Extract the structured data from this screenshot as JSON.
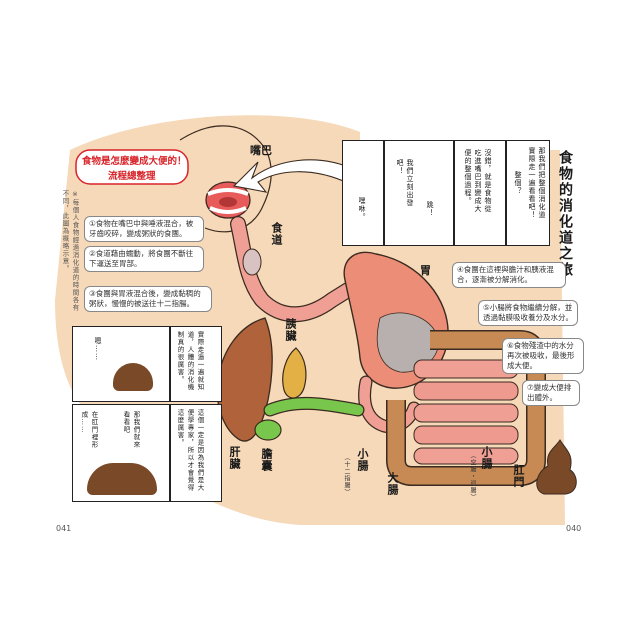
{
  "colors": {
    "background": "#f6d9b8",
    "organ_pink": "#ef9f94",
    "stomach": "#ec8d78",
    "liver": "#b0633a",
    "bile_green": "#79c64d",
    "pancreas": "#e2b044",
    "large_intestine": "#c88a55",
    "headline_red": "#d8242a"
  },
  "headline": {
    "line1": "食物是怎麼變成大便的！",
    "line2": "流程總整理"
  },
  "side_title": "食物的消化道之旅",
  "left_margin_note": "※每個人食物經過消化道的時間各有不同，此圖為概略示意。",
  "page_numbers": {
    "left": "041",
    "right": "040"
  },
  "organs": {
    "mouth": "嘴巴",
    "esophagus": "食道",
    "stomach": "胃",
    "pancreas": "胰臟",
    "liver": "肝臟",
    "gallbladder": "膽囊",
    "small_intestine": "小腸",
    "small_intestine_note": "（十二指腸）",
    "large_intestine": "大腸",
    "small_intestine_2": "小腸",
    "small_intestine_2_note": "（空腸・迴腸）",
    "anus": "肛門"
  },
  "steps": [
    "①食物在嘴巴中與唾液混合，被牙齒咬碎，變成粥狀的食團。",
    "②食道藉由蠕動，將食團不斷往下運送至胃部。",
    "③食團與胃液混合後，變成黏稠的粥狀，慢慢的被送往十二指腸。",
    "④食團在這裡與膽汁和胰液混合，逐漸被分解消化。",
    "⑤小腸將食物繼續分解，並透過黏膜吸收養分及水分。",
    "⑥食物殘渣中的水分再次被吸收，最後形成大便。",
    "⑦變成大便排出體外。"
  ],
  "comics": {
    "top": [
      {
        "speech": "那我們把整個消化道實際走一遍看看吧！"
      },
      {
        "speech": "整個？"
      },
      {
        "speech": "沒錯，就是食物從吃進嘴巴到變成大便的整個過程。"
      },
      {
        "speech": "我們立刻出發吧！"
      },
      {
        "speech": "跳！"
      },
      {
        "speech": "嘿咻。"
      }
    ],
    "left": [
      {
        "speech": "嗯……"
      },
      {
        "speech": "實際走過一遍就知道，人體的消化機制真的很厲害。"
      },
      {
        "speech": "在肛門裡形成……"
      },
      {
        "speech": "那我們就來看看吧"
      },
      {
        "speech": "這個一定是因為我們是大便學專家，所以才會覺得這麼厲害。"
      }
    ]
  }
}
